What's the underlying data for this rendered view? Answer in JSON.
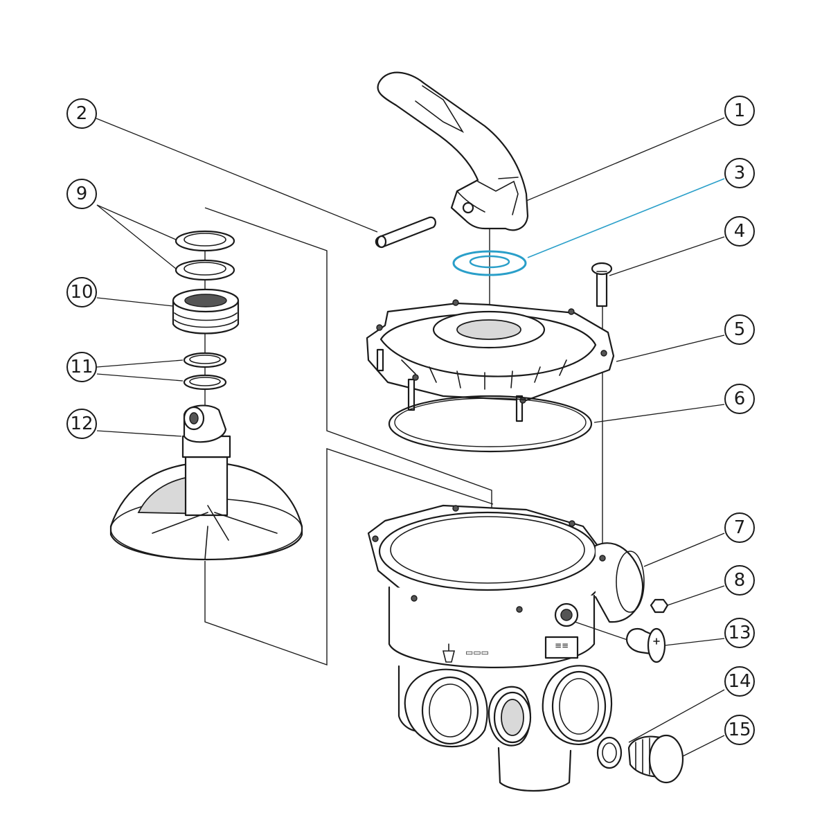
{
  "accent_color": "#2a9fc9",
  "line_color": "#1a1a1a",
  "callouts": [
    {
      "label": "1",
      "part": "handle",
      "highlighted": false
    },
    {
      "label": "2",
      "part": "pin",
      "highlighted": false
    },
    {
      "label": "3",
      "part": "washer",
      "highlighted": true
    },
    {
      "label": "4",
      "part": "screw",
      "highlighted": false
    },
    {
      "label": "5",
      "part": "valve-cover",
      "highlighted": false
    },
    {
      "label": "6",
      "part": "cover-gasket",
      "highlighted": false
    },
    {
      "label": "7",
      "part": "valve-body",
      "highlighted": false
    },
    {
      "label": "8",
      "part": "nut",
      "highlighted": false
    },
    {
      "label": "9",
      "part": "o-rings",
      "highlighted": false
    },
    {
      "label": "10",
      "part": "shaft-bushing",
      "highlighted": false
    },
    {
      "label": "11",
      "part": "small-o-rings",
      "highlighted": false
    },
    {
      "label": "12",
      "part": "rotor",
      "highlighted": false
    },
    {
      "label": "13",
      "part": "pressure-gauge-plug",
      "highlighted": false
    },
    {
      "label": "14",
      "part": "drain-gasket",
      "highlighted": false
    },
    {
      "label": "15",
      "part": "drain-plug",
      "highlighted": false
    }
  ],
  "body_markings": {
    "mark_a": "▭▭▭",
    "mark_b": "≡≡"
  }
}
